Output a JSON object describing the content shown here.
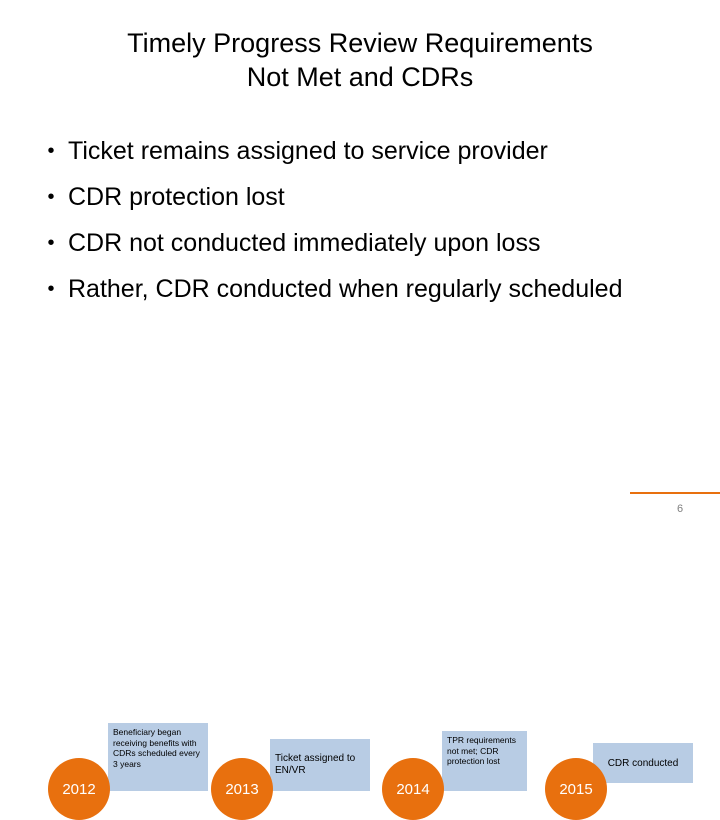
{
  "slide": {
    "title_line1": "Timely Progress Review Requirements",
    "title_line2": "Not Met and CDRs",
    "bullet_marker": "•",
    "bullets": [
      "Ticket remains assigned to service provider",
      "CDR protection lost",
      "CDR not conducted immediately upon loss",
      "Rather, CDR conducted when regularly scheduled"
    ],
    "timeline": {
      "milestones": [
        {
          "year": "2012",
          "note": "Beneficiary began receiving benefits with CDRs scheduled every 3 years"
        },
        {
          "year": "2013",
          "note": "Ticket assigned to EN/VR"
        },
        {
          "year": "2014",
          "note": "TPR requirements not met; CDR protection lost"
        },
        {
          "year": "2015",
          "note": "CDR conducted"
        }
      ]
    },
    "page_number": "6",
    "colors": {
      "circle": "#E8700E",
      "box": "#B8CCE4",
      "accent_rule": "#E8700E"
    }
  }
}
